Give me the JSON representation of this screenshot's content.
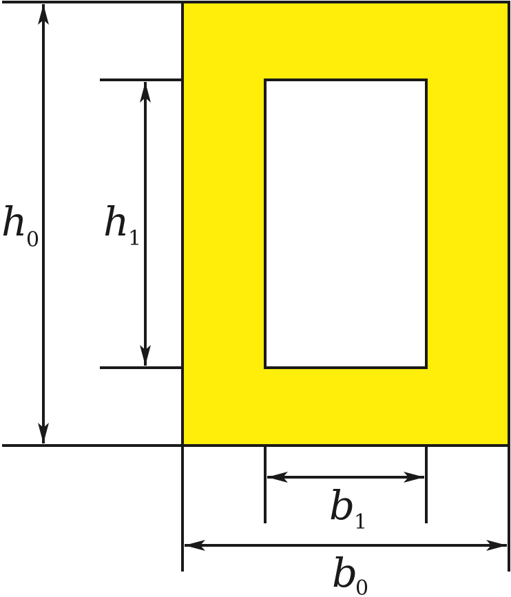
{
  "diagram": {
    "colors": {
      "fill": "#ffed0a",
      "stroke": "#1a1a1a",
      "hole": "#ffffff"
    },
    "labels": {
      "h0": {
        "var": "h",
        "sub": "0"
      },
      "h1": {
        "var": "h",
        "sub": "1"
      },
      "b1": {
        "var": "b",
        "sub": "1"
      },
      "b0": {
        "var": "b",
        "sub": "0"
      }
    }
  }
}
